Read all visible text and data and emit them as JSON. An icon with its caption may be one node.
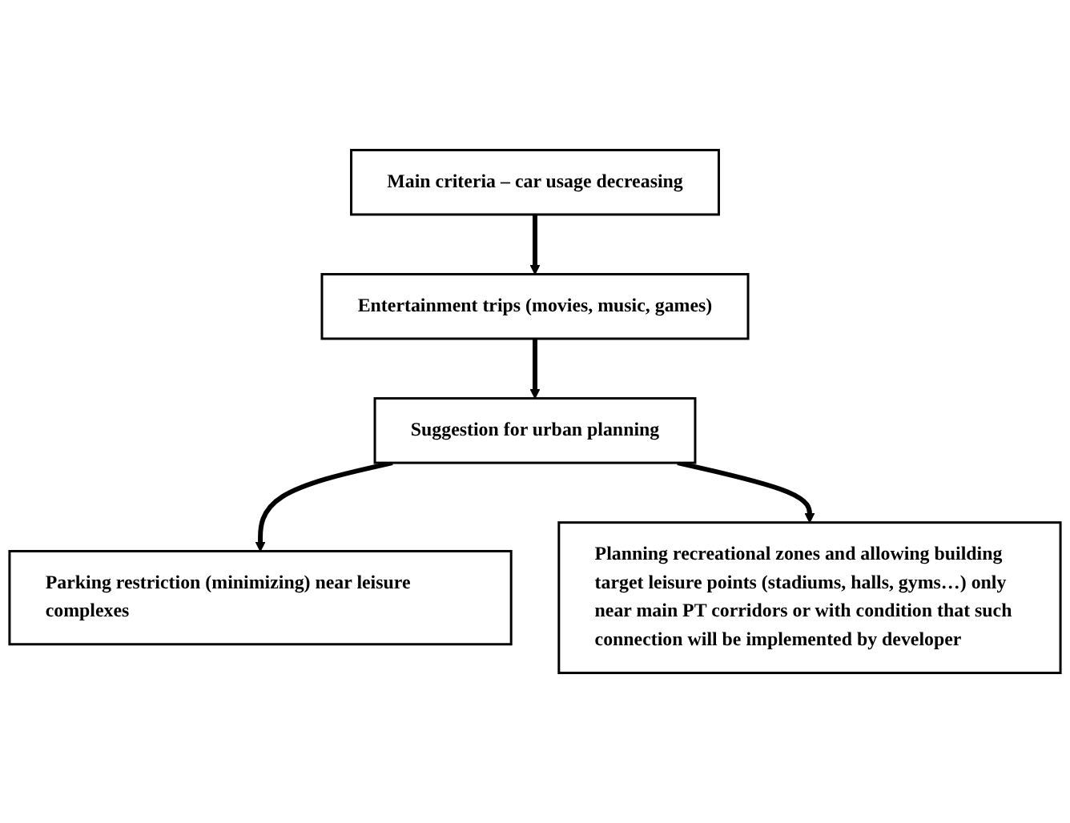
{
  "diagram": {
    "nodes": [
      {
        "text": [
          "Main criteria – car usage decreasing"
        ]
      },
      {
        "text": [
          "Entertainment trips (movies, music, games)"
        ]
      },
      {
        "text": [
          "Suggestion for urban planning"
        ]
      },
      {
        "text": [
          "Parking restriction (minimizing) near leisure complexes"
        ]
      },
      {
        "text": [
          "Planning recreational zones and allowing building target leisure points (stadiums, halls, gyms…) only near main PT corridors or with condition that such connection will be implemented by developer"
        ]
      }
    ],
    "edges": [
      {
        "from": 0,
        "to": 1,
        "arrow": "to"
      },
      {
        "from": 1,
        "to": 2,
        "arrow": "to"
      },
      {
        "from": 2,
        "to": 3,
        "arrow": "to"
      },
      {
        "from": 2,
        "to": 4,
        "arrow": "to"
      }
    ]
  }
}
